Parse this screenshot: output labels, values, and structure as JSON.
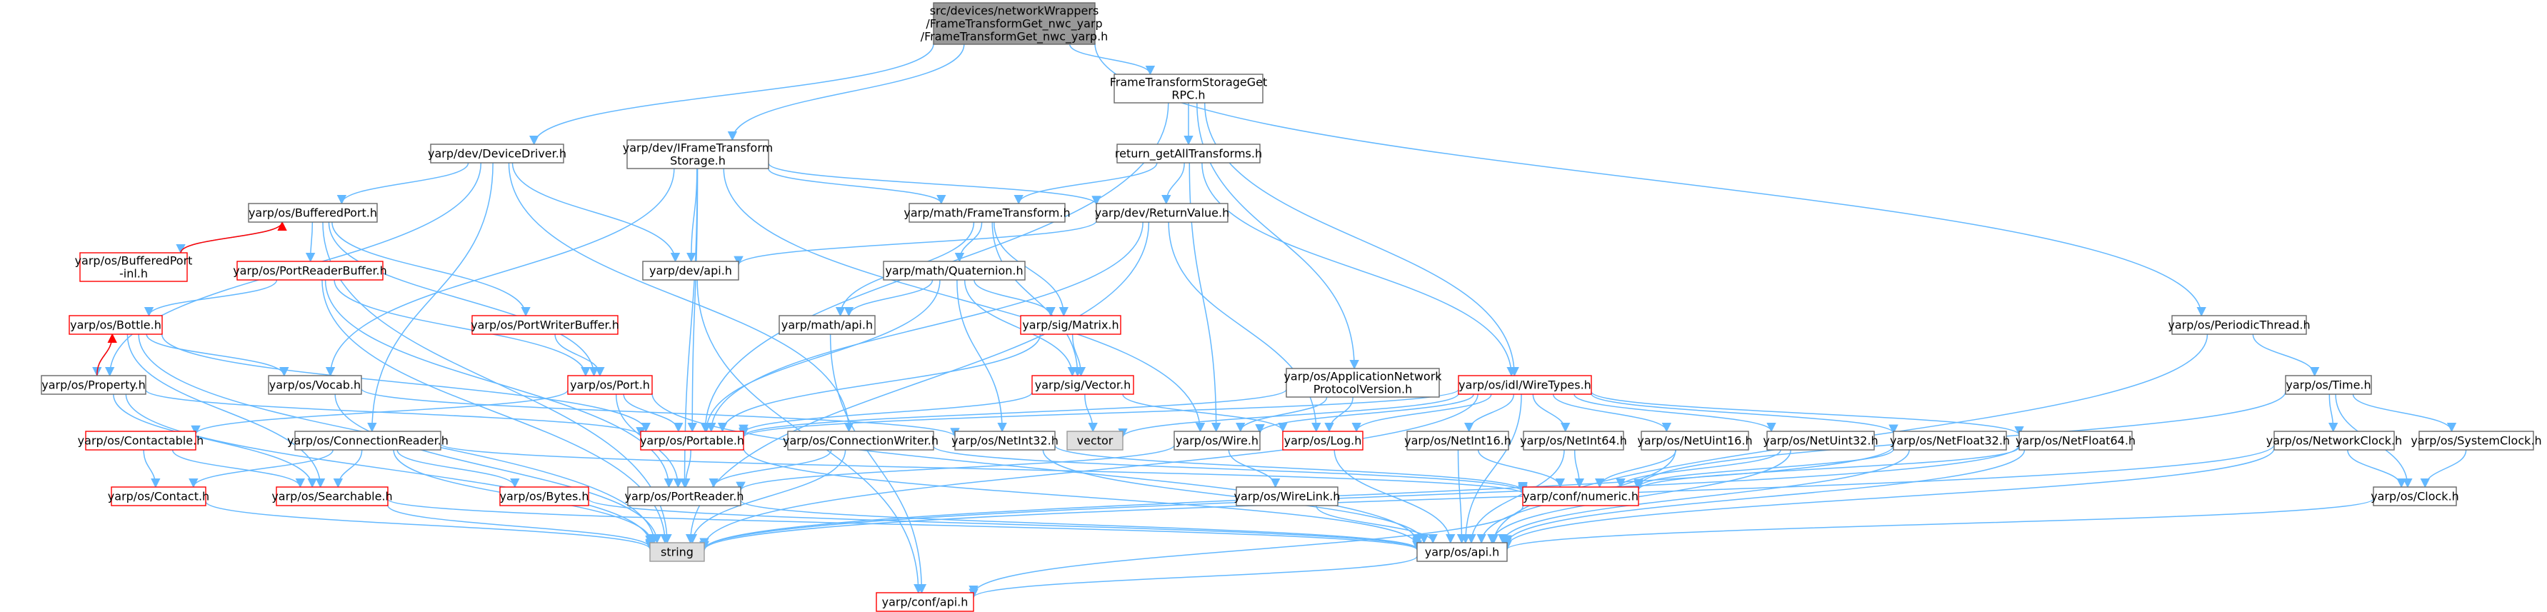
{
  "graph": {
    "nodes": [
      {
        "id": "root",
        "label": [
          "src/devices/networkWrappers",
          "/FrameTransformGet_nwc_yarp",
          "/FrameTransformGet_nwc_yarp.h"
        ],
        "style": "root",
        "link": false
      },
      {
        "id": "ftsg_rpc",
        "label": [
          "FrameTransformStorageGet",
          "RPC.h"
        ],
        "style": "normal",
        "link": true
      },
      {
        "id": "dev_devicedriver",
        "label": [
          "yarp/dev/DeviceDriver.h"
        ],
        "style": "normal",
        "link": true
      },
      {
        "id": "dev_iframe",
        "label": [
          "yarp/dev/IFrameTransform",
          "Storage.h"
        ],
        "style": "normal",
        "link": true
      },
      {
        "id": "return_getall",
        "label": [
          "return_getAllTransforms.h"
        ],
        "style": "normal",
        "link": true
      },
      {
        "id": "os_bufferedport",
        "label": [
          "yarp/os/BufferedPort.h"
        ],
        "style": "normal",
        "link": true
      },
      {
        "id": "math_frametransform",
        "label": [
          "yarp/math/FrameTransform.h"
        ],
        "style": "normal",
        "link": true
      },
      {
        "id": "dev_returnvalue",
        "label": [
          "yarp/dev/ReturnValue.h"
        ],
        "style": "normal",
        "link": true
      },
      {
        "id": "os_bufferedport_inl",
        "label": [
          "yarp/os/BufferedPort",
          "-inl.h"
        ],
        "style": "red",
        "link": true
      },
      {
        "id": "os_portreaderbuffer",
        "label": [
          "yarp/os/PortReaderBuffer.h"
        ],
        "style": "red",
        "link": true
      },
      {
        "id": "dev_api",
        "label": [
          "yarp/dev/api.h"
        ],
        "style": "normal",
        "link": true
      },
      {
        "id": "math_quaternion",
        "label": [
          "yarp/math/Quaternion.h"
        ],
        "style": "normal",
        "link": true
      },
      {
        "id": "os_bottle",
        "label": [
          "yarp/os/Bottle.h"
        ],
        "style": "red",
        "link": true
      },
      {
        "id": "os_portwriterbuffer",
        "label": [
          "yarp/os/PortWriterBuffer.h"
        ],
        "style": "red",
        "link": true
      },
      {
        "id": "math_api",
        "label": [
          "yarp/math/api.h"
        ],
        "style": "normal",
        "link": true
      },
      {
        "id": "sig_matrix",
        "label": [
          "yarp/sig/Matrix.h"
        ],
        "style": "red",
        "link": true
      },
      {
        "id": "os_property",
        "label": [
          "yarp/os/Property.h"
        ],
        "style": "normal",
        "link": true
      },
      {
        "id": "os_vocab",
        "label": [
          "yarp/os/Vocab.h"
        ],
        "style": "normal",
        "link": true
      },
      {
        "id": "os_port",
        "label": [
          "yarp/os/Port.h"
        ],
        "style": "red",
        "link": true
      },
      {
        "id": "sig_vector",
        "label": [
          "yarp/sig/Vector.h"
        ],
        "style": "red",
        "link": true
      },
      {
        "id": "os_appnetproto",
        "label": [
          "yarp/os/ApplicationNetwork",
          "ProtocolVersion.h"
        ],
        "style": "normal",
        "link": true
      },
      {
        "id": "os_idl_wiretypes",
        "label": [
          "yarp/os/idl/WireTypes.h"
        ],
        "style": "red",
        "link": true
      },
      {
        "id": "os_periodicthread",
        "label": [
          "yarp/os/PeriodicThread.h"
        ],
        "style": "normal",
        "link": true
      },
      {
        "id": "os_time",
        "label": [
          "yarp/os/Time.h"
        ],
        "style": "normal",
        "link": true
      },
      {
        "id": "os_contactable",
        "label": [
          "yarp/os/Contactable.h"
        ],
        "style": "red",
        "link": true
      },
      {
        "id": "os_connectionreader",
        "label": [
          "yarp/os/ConnectionReader.h"
        ],
        "style": "normal",
        "link": true
      },
      {
        "id": "os_portable",
        "label": [
          "yarp/os/Portable.h"
        ],
        "style": "red",
        "link": true
      },
      {
        "id": "os_connectionwriter",
        "label": [
          "yarp/os/ConnectionWriter.h"
        ],
        "style": "normal",
        "link": true
      },
      {
        "id": "os_netint32",
        "label": [
          "yarp/os/NetInt32.h"
        ],
        "style": "normal",
        "link": true
      },
      {
        "id": "vector",
        "label": [
          "vector"
        ],
        "style": "grey",
        "link": false
      },
      {
        "id": "os_wire",
        "label": [
          "yarp/os/Wire.h"
        ],
        "style": "normal",
        "link": true
      },
      {
        "id": "os_log",
        "label": [
          "yarp/os/Log.h"
        ],
        "style": "red",
        "link": true
      },
      {
        "id": "os_netint16",
        "label": [
          "yarp/os/NetInt16.h"
        ],
        "style": "normal",
        "link": true
      },
      {
        "id": "os_netint64",
        "label": [
          "yarp/os/NetInt64.h"
        ],
        "style": "normal",
        "link": true
      },
      {
        "id": "os_netuint16",
        "label": [
          "yarp/os/NetUint16.h"
        ],
        "style": "normal",
        "link": true
      },
      {
        "id": "os_netuint32",
        "label": [
          "yarp/os/NetUint32.h"
        ],
        "style": "normal",
        "link": true
      },
      {
        "id": "os_netfloat32",
        "label": [
          "yarp/os/NetFloat32.h"
        ],
        "style": "normal",
        "link": true
      },
      {
        "id": "os_netfloat64",
        "label": [
          "yarp/os/NetFloat64.h"
        ],
        "style": "normal",
        "link": true
      },
      {
        "id": "os_networkclock",
        "label": [
          "yarp/os/NetworkClock.h"
        ],
        "style": "normal",
        "link": true
      },
      {
        "id": "os_systemclock",
        "label": [
          "yarp/os/SystemClock.h"
        ],
        "style": "normal",
        "link": true
      },
      {
        "id": "os_contact",
        "label": [
          "yarp/os/Contact.h"
        ],
        "style": "red",
        "link": true
      },
      {
        "id": "os_searchable",
        "label": [
          "yarp/os/Searchable.h"
        ],
        "style": "red",
        "link": true
      },
      {
        "id": "os_bytes",
        "label": [
          "yarp/os/Bytes.h"
        ],
        "style": "red",
        "link": true
      },
      {
        "id": "os_portreader",
        "label": [
          "yarp/os/PortReader.h"
        ],
        "style": "normal",
        "link": true
      },
      {
        "id": "os_wirelink",
        "label": [
          "yarp/os/WireLink.h"
        ],
        "style": "normal",
        "link": true
      },
      {
        "id": "conf_numeric",
        "label": [
          "yarp/conf/numeric.h"
        ],
        "style": "red",
        "link": true
      },
      {
        "id": "os_clock",
        "label": [
          "yarp/os/Clock.h"
        ],
        "style": "normal",
        "link": true
      },
      {
        "id": "string",
        "label": [
          "string"
        ],
        "style": "grey",
        "link": false
      },
      {
        "id": "os_api",
        "label": [
          "yarp/os/api.h"
        ],
        "style": "normal",
        "link": true
      },
      {
        "id": "conf_api",
        "label": [
          "yarp/conf/api.h"
        ],
        "style": "red",
        "link": true
      }
    ]
  }
}
